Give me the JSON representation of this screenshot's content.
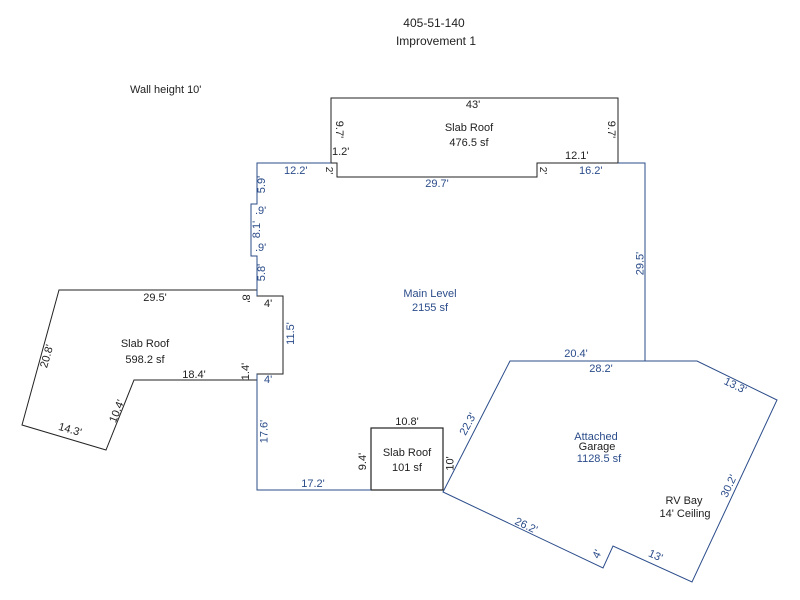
{
  "header": {
    "parcel_id": "405-51-140",
    "improvement": "Improvement 1"
  },
  "wall_height": "Wall height 10'",
  "colors": {
    "main_level": "#2b4c8a",
    "garage": "#2b4c8a",
    "slab_roof": "#222222",
    "background": "#ffffff"
  },
  "areas": {
    "top_slab": {
      "name": "Slab Roof",
      "area": "476.5 sf"
    },
    "main_level": {
      "name": "Main Level",
      "area": "2155 sf"
    },
    "left_slab": {
      "name": "Slab Roof",
      "area": "598.2 sf"
    },
    "small_slab": {
      "name": "Slab Roof",
      "area": "101 sf"
    },
    "garage": {
      "name": "Attached",
      "name2": "Garage",
      "area": "1128.5 sf"
    },
    "rv_bay": {
      "line1": "RV Bay",
      "line2": "14' Ceiling"
    }
  },
  "dims": {
    "top_slab": {
      "top": "43'",
      "left": "9.7'",
      "right": "9.7'",
      "left_inner": "1.2'",
      "right_inner": "12.1'",
      "notch_left": "2'",
      "notch_right": "2'",
      "bottom": "29.7'"
    },
    "main": {
      "top_left": "12.2'",
      "top_right": "16.2'",
      "left_a": "5.9'",
      "left_jog_a": ".9'",
      "left_b": "8.1'",
      "left_jog_b": ".9'",
      "left_c": "5.8'",
      "bump_top": "4'",
      "bump_side": "11.5'",
      "bump_bottom": "4'",
      "left_lower": "17.6'",
      "bottom": "17.2'",
      "right": "29.5'"
    },
    "left_slab": {
      "top": "29.5'",
      "right_top": "8'",
      "right_bottom": "1.4'",
      "inner": "18.4'",
      "left": "20.8'",
      "inner_diag": "10.4'",
      "bottom": "14.3'"
    },
    "small_slab": {
      "top": "10.8'",
      "left": "9.4'",
      "right": "10'"
    },
    "garage": {
      "top_left": "20.4'",
      "top": "28.2'",
      "top_right": "13.3'",
      "right": "30.2'",
      "bottom_right": "13'",
      "notch": "4'",
      "bottom_left": "26.2'",
      "left": "22.3'"
    }
  }
}
